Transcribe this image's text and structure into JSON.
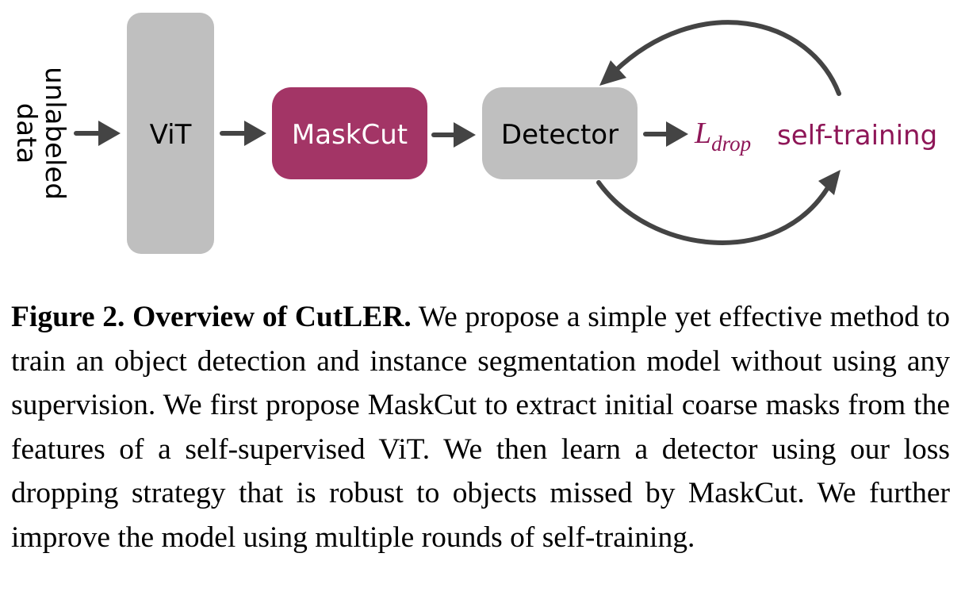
{
  "diagram": {
    "input_label_line1": "unlabeled",
    "input_label_line2": "data",
    "nodes": [
      {
        "id": "vit",
        "label": "ViT",
        "fill": "#bfbfbf",
        "text_color": "#000000"
      },
      {
        "id": "maskcut",
        "label": "MaskCut",
        "fill": "#a33566",
        "text_color": "#ffffff"
      },
      {
        "id": "detector",
        "label": "Detector",
        "fill": "#bfbfbf",
        "text_color": "#000000"
      }
    ],
    "loss_label": {
      "main": "L",
      "subscript": "drop"
    },
    "loop_label": "self-training",
    "accent_color": "#8e1657",
    "arrow_color": "#444444",
    "edges": [
      {
        "from": "unlabeled data",
        "to": "ViT"
      },
      {
        "from": "ViT",
        "to": "MaskCut"
      },
      {
        "from": "MaskCut",
        "to": "Detector"
      },
      {
        "from": "Detector",
        "to": "L_drop"
      },
      {
        "from": "Detector",
        "to": "self-training",
        "style": "curved-bottom"
      },
      {
        "from": "self-training",
        "to": "Detector",
        "style": "curved-top"
      }
    ]
  },
  "caption": {
    "label": "Figure 2.",
    "title": "Overview of CutLER.",
    "body": "We propose a simple yet effective method to train an object detection and instance segmentation model without using any supervision. We first propose MaskCut to extract initial coarse masks from the features of a self-supervised ViT. We then learn a detector using our loss dropping strategy that is robust to objects missed by MaskCut. We further improve the model using multiple rounds of self-training."
  }
}
